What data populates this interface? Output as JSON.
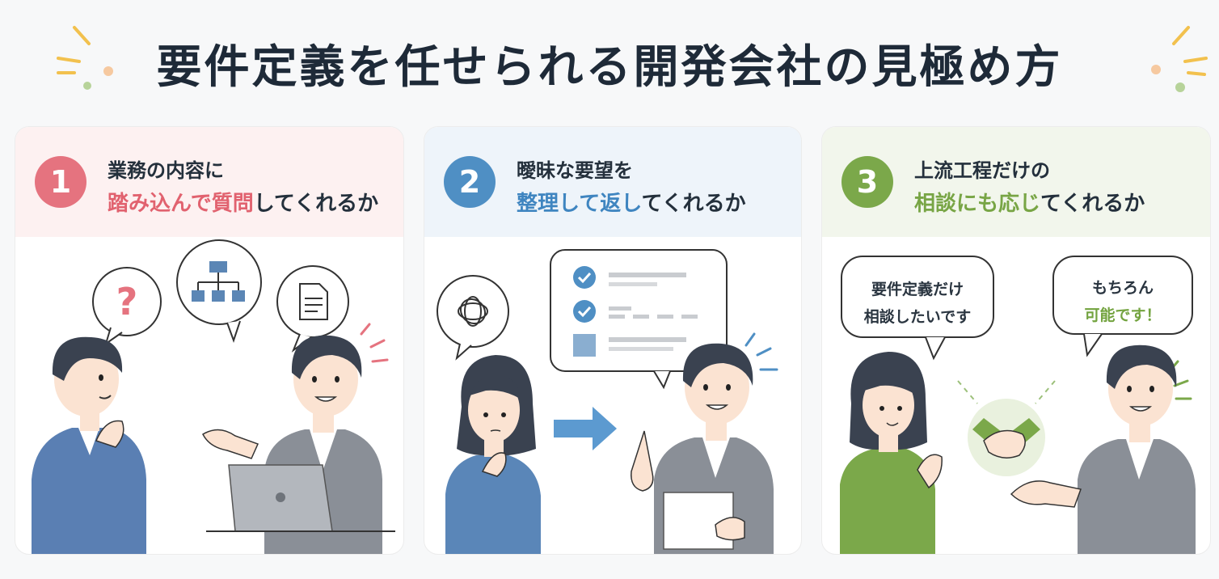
{
  "title": "要件定義を任せられる開発会社の見極め方",
  "colors": {
    "pink": "#e5737f",
    "blue": "#4f8fc4",
    "green": "#7ba84a",
    "navy": "#1e2a38"
  },
  "cards": [
    {
      "number": "1",
      "line1": "業務の内容に",
      "line2_highlight": "踏み込んで質問",
      "line2_rest": "してくれるか",
      "icons": [
        "question-icon",
        "org-chart-icon",
        "document-icon"
      ]
    },
    {
      "number": "2",
      "line1": "曖昧な要望を",
      "line2_highlight": "整理して返し",
      "line2_rest": "てくれるか",
      "icons": [
        "tangled-thoughts-icon",
        "checklist-icon",
        "arrow-right-icon"
      ]
    },
    {
      "number": "3",
      "line1": "上流工程だけの",
      "line2_highlight": "相談にも応じ",
      "line2_rest": "てくれるか",
      "bubble_left": [
        "要件定義だけ",
        "相談したいです"
      ],
      "bubble_right_1": "もちろん",
      "bubble_right_2": "可能です！",
      "icons": [
        "handshake-icon"
      ]
    }
  ]
}
